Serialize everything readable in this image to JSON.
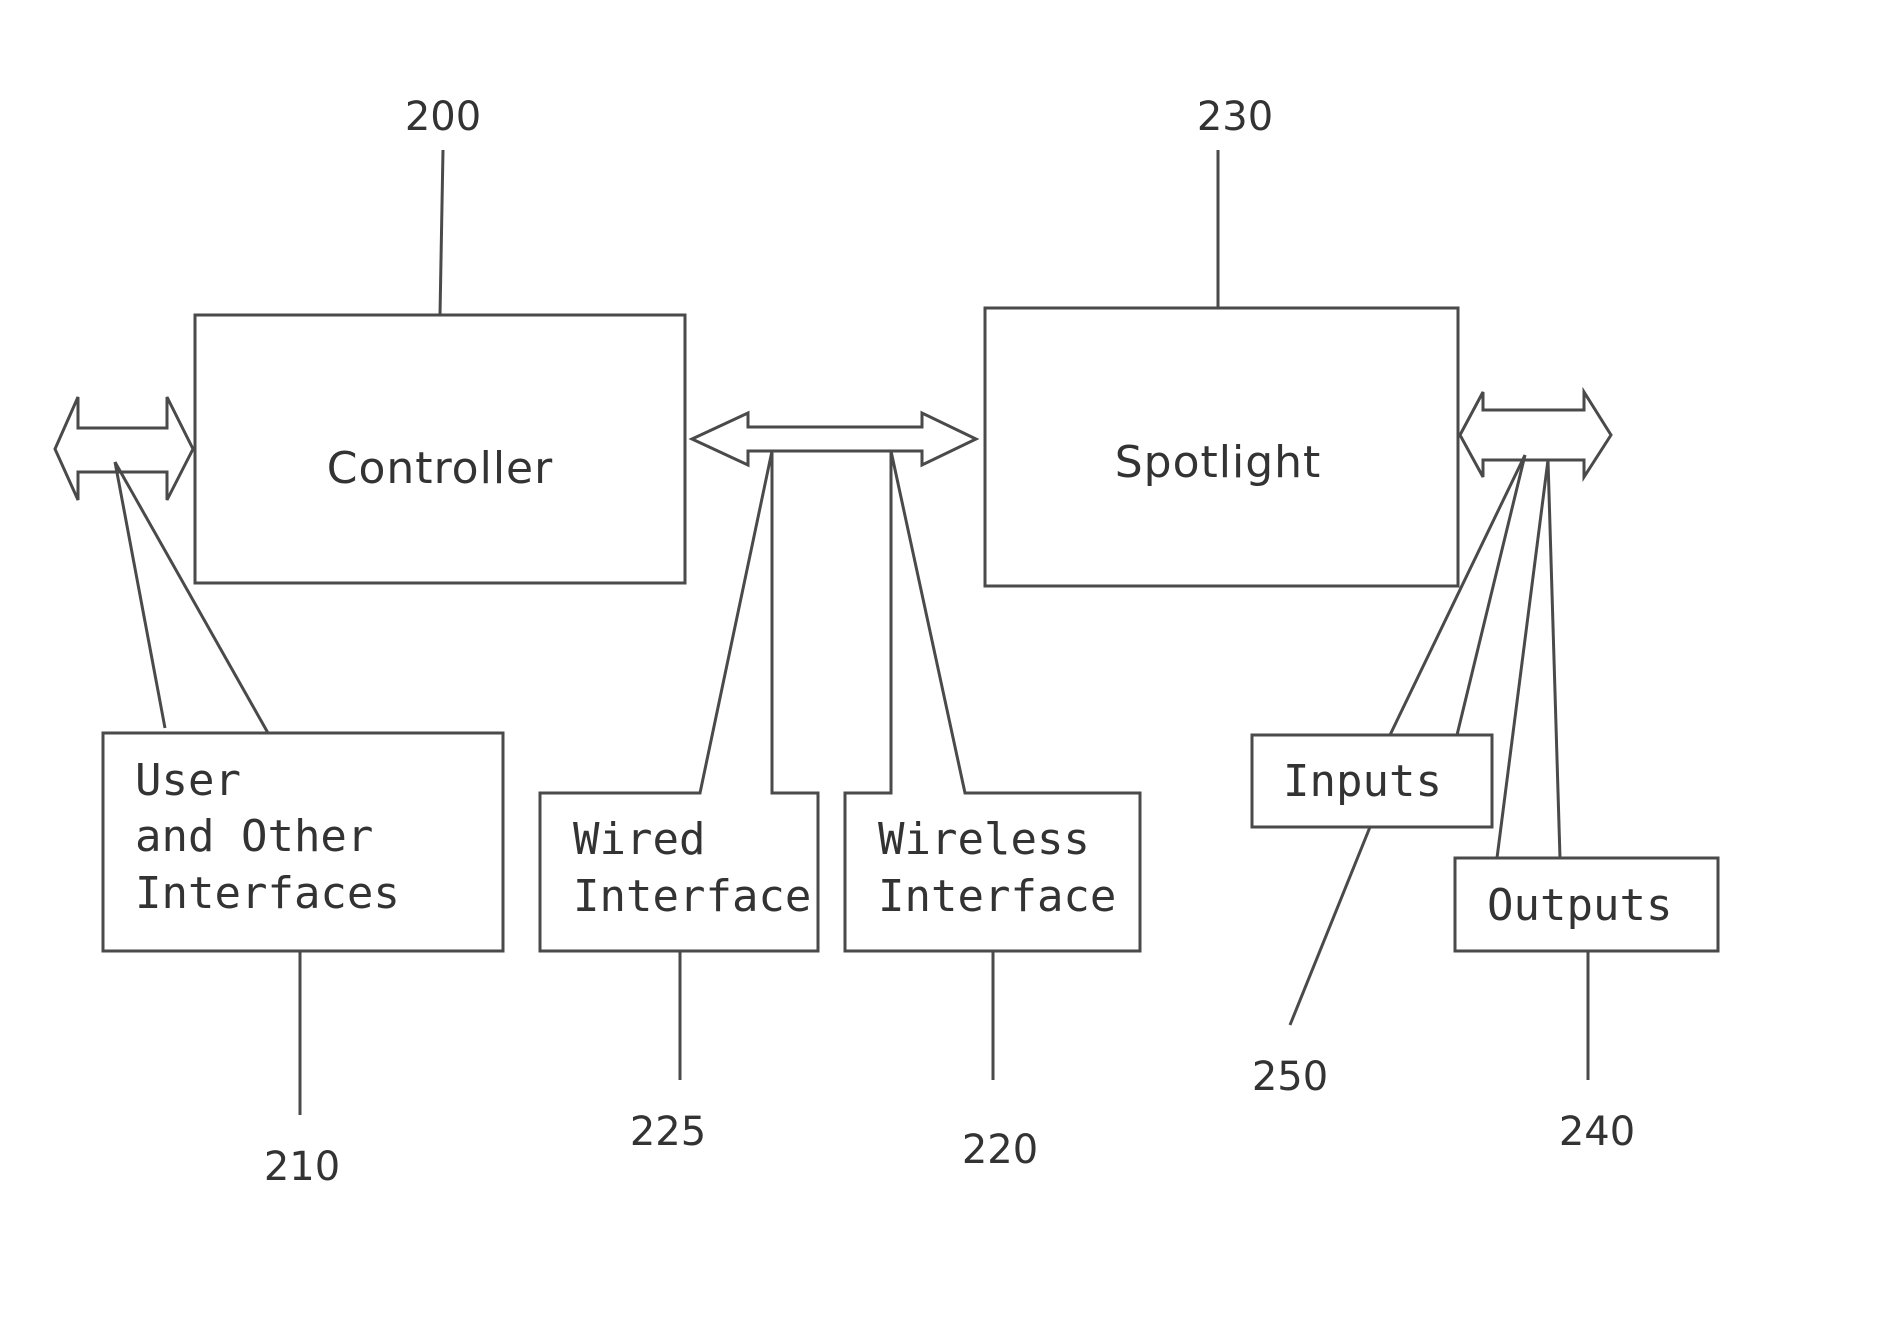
{
  "figure": {
    "blocks": {
      "controller": {
        "label": "Controller",
        "ref": "200"
      },
      "spotlight": {
        "label": "Spotlight",
        "ref": "230"
      },
      "user_interfaces": {
        "lines": [
          "User",
          "and Other",
          "Interfaces"
        ],
        "ref": "210"
      },
      "wired_interface": {
        "lines": [
          "Wired",
          "Interface"
        ],
        "ref": "225"
      },
      "wireless_interface": {
        "lines": [
          "Wireless",
          "Interface"
        ],
        "ref": "220"
      },
      "inputs": {
        "label": "Inputs",
        "ref": "250"
      },
      "outputs": {
        "label": "Outputs",
        "ref": "240"
      }
    },
    "colors": {
      "stroke": "#4a4a4a",
      "text": "#333333",
      "background": "#ffffff"
    }
  }
}
